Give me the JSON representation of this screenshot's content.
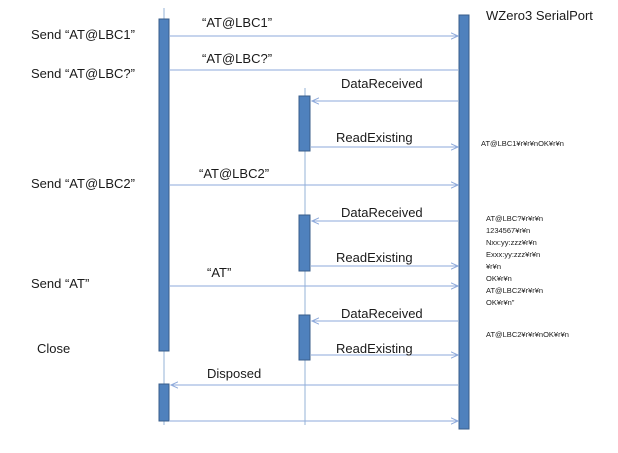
{
  "participant_title": "WZero3 SerialPort",
  "colors": {
    "activation_fill": "#4f81bd",
    "activation_stroke": "#385d8a",
    "lifeline": "#95b3d7",
    "arrow": "#8eaadb",
    "text": "#1a1a1a"
  },
  "left_labels": [
    "Send “AT@LBC1”",
    "Send “AT@LBC?”",
    "Send “AT@LBC2”",
    "Send “AT”",
    "Close"
  ],
  "messages": [
    "“AT@LBC1”",
    "“AT@LBC?”",
    "DataReceived",
    "ReadExisting",
    "“AT@LBC2”",
    "DataReceived",
    "ReadExisting",
    "“AT”",
    "DataReceived",
    "ReadExisting",
    "Disposed"
  ],
  "notes": {
    "first": "AT@LBC1¥r¥r¥nOK¥r¥n",
    "second": [
      "AT@LBC?¥r¥r¥n",
      "1234567¥r¥n",
      "Nxx:yy:zzz¥r¥n",
      "Exxx:yy:zzz¥r¥n",
      "¥r¥n",
      "OK¥r¥n",
      "AT@LBC2¥r¥r¥n",
      "OK¥r¥n”"
    ],
    "third": "AT@LBC2¥r¥r¥nOK¥r¥n"
  }
}
